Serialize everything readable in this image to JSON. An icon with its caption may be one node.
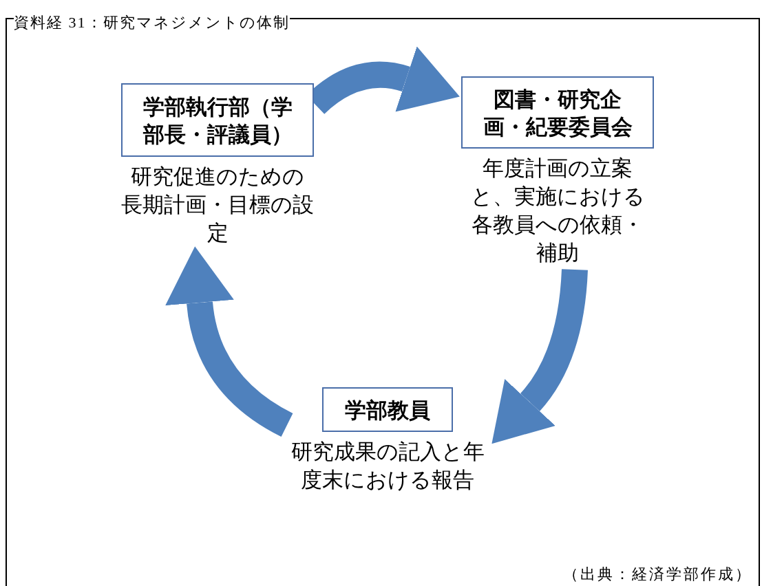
{
  "diagram": {
    "title": "資料経 31：研究マネジメントの体制",
    "caption": "（出典：経済学部作成）",
    "nodes": [
      {
        "text": [
          "学部執行部（学部長・評議員）"
        ],
        "beside": [
          "研究促進のための長期計画・目標の設定"
        ]
      },
      {
        "text": [
          "図書・研究企画・紀要委員会"
        ],
        "beside": [
          "年度計画の立案と、実施における各教員への依頼・補助"
        ]
      },
      {
        "text": [
          "学部教員"
        ],
        "beside": [
          "研究成果の記入と年度末における報告"
        ]
      }
    ],
    "edges": [
      {
        "from": 0,
        "to": 1,
        "arrow": "to"
      },
      {
        "from": 1,
        "to": 2,
        "arrow": "to"
      },
      {
        "from": 2,
        "to": 0,
        "arrow": "to"
      }
    ]
  }
}
